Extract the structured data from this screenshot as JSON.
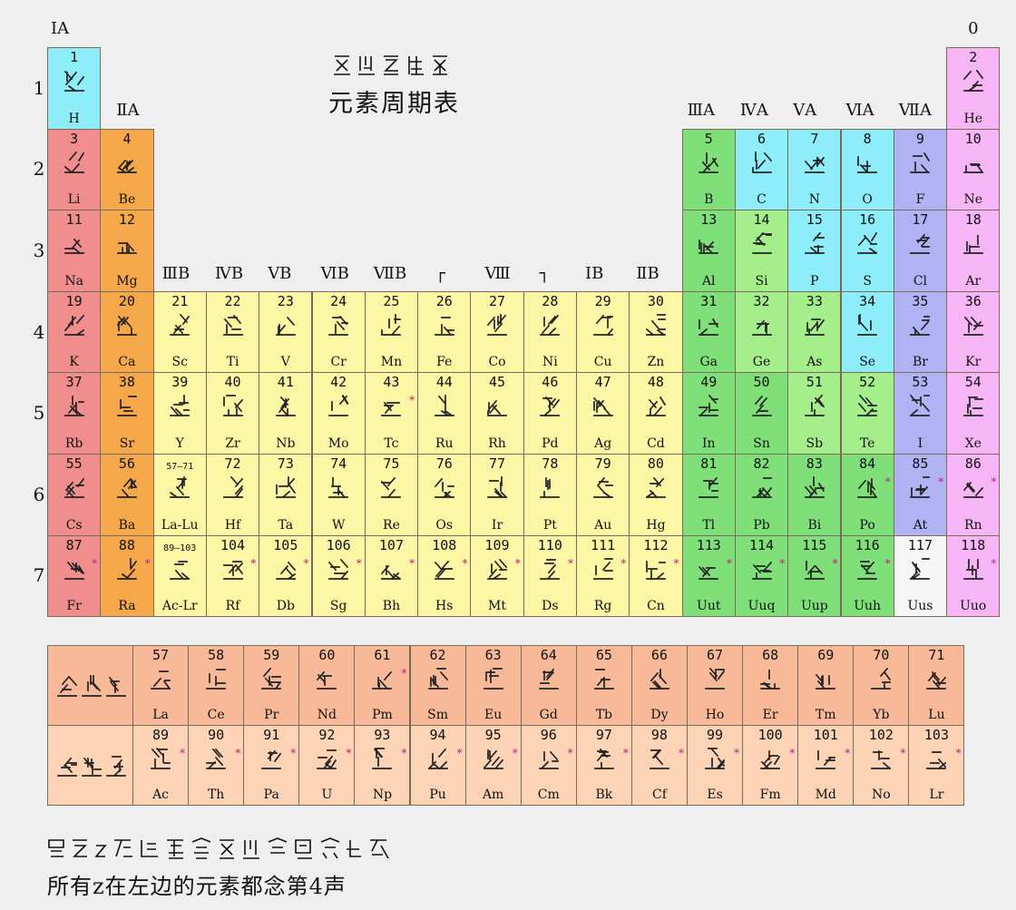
{
  "title": {
    "script": "元素周期表 (Sinoxenic script)",
    "text": "元素周期表"
  },
  "footer": {
    "script": "所有z在左边的元素都念第4声 (Sinoxenic script)",
    "text": "所有z在左边的元素都念第4声"
  },
  "group_labels": {
    "g1": "ⅠA",
    "g2": "ⅡA",
    "g3": "ⅢB",
    "g4": "ⅣB",
    "g5": "ⅤB",
    "g6": "ⅥB",
    "g7": "ⅦB",
    "g8l": "┌",
    "g9": "Ⅷ",
    "g10r": "┐",
    "g11": "ⅠB",
    "g12": "ⅡB",
    "g13": "ⅢA",
    "g14": "ⅣA",
    "g15": "ⅤA",
    "g16": "ⅥA",
    "g17": "ⅦA",
    "g18": "0"
  },
  "periods": [
    "1",
    "2",
    "3",
    "4",
    "5",
    "6",
    "7"
  ],
  "colors": {
    "alkali": "#f08e8e",
    "alkaline": "#f5a84a",
    "transition": "#fdf6a4",
    "lanthanide_act": "#f8b998",
    "post_green": "#7fe07a",
    "metalloid_green": "#a4ee8c",
    "nonmetal_cyan": "#8deefa",
    "halogen": "#b0b2f4",
    "noble": "#f6b6f6",
    "hydrogen": "#8deefa",
    "unknown": "#f6f6f6",
    "lanthanide_row": "#f8b998",
    "actinide_row": "#fcd3b4"
  },
  "elements": [
    {
      "n": "1",
      "s": "H",
      "g": 1,
      "p": 1,
      "c": "hydrogen"
    },
    {
      "n": "2",
      "s": "He",
      "g": 18,
      "p": 1,
      "c": "noble"
    },
    {
      "n": "3",
      "s": "Li",
      "g": 1,
      "p": 2,
      "c": "alkali"
    },
    {
      "n": "4",
      "s": "Be",
      "g": 2,
      "p": 2,
      "c": "alkaline"
    },
    {
      "n": "5",
      "s": "B",
      "g": 13,
      "p": 2,
      "c": "post_green"
    },
    {
      "n": "6",
      "s": "C",
      "g": 14,
      "p": 2,
      "c": "nonmetal_cyan"
    },
    {
      "n": "7",
      "s": "N",
      "g": 15,
      "p": 2,
      "c": "nonmetal_cyan"
    },
    {
      "n": "8",
      "s": "O",
      "g": 16,
      "p": 2,
      "c": "nonmetal_cyan"
    },
    {
      "n": "9",
      "s": "F",
      "g": 17,
      "p": 2,
      "c": "halogen"
    },
    {
      "n": "10",
      "s": "Ne",
      "g": 18,
      "p": 2,
      "c": "noble"
    },
    {
      "n": "11",
      "s": "Na",
      "g": 1,
      "p": 3,
      "c": "alkali"
    },
    {
      "n": "12",
      "s": "Mg",
      "g": 2,
      "p": 3,
      "c": "alkaline"
    },
    {
      "n": "13",
      "s": "Al",
      "g": 13,
      "p": 3,
      "c": "post_green"
    },
    {
      "n": "14",
      "s": "Si",
      "g": 14,
      "p": 3,
      "c": "metalloid_green"
    },
    {
      "n": "15",
      "s": "P",
      "g": 15,
      "p": 3,
      "c": "nonmetal_cyan"
    },
    {
      "n": "16",
      "s": "S",
      "g": 16,
      "p": 3,
      "c": "nonmetal_cyan"
    },
    {
      "n": "17",
      "s": "Cl",
      "g": 17,
      "p": 3,
      "c": "halogen"
    },
    {
      "n": "18",
      "s": "Ar",
      "g": 18,
      "p": 3,
      "c": "noble"
    },
    {
      "n": "19",
      "s": "K",
      "g": 1,
      "p": 4,
      "c": "alkali"
    },
    {
      "n": "20",
      "s": "Ca",
      "g": 2,
      "p": 4,
      "c": "alkaline"
    },
    {
      "n": "21",
      "s": "Sc",
      "g": 3,
      "p": 4,
      "c": "transition"
    },
    {
      "n": "22",
      "s": "Ti",
      "g": 4,
      "p": 4,
      "c": "transition"
    },
    {
      "n": "23",
      "s": "V",
      "g": 5,
      "p": 4,
      "c": "transition"
    },
    {
      "n": "24",
      "s": "Cr",
      "g": 6,
      "p": 4,
      "c": "transition"
    },
    {
      "n": "25",
      "s": "Mn",
      "g": 7,
      "p": 4,
      "c": "transition"
    },
    {
      "n": "26",
      "s": "Fe",
      "g": 8,
      "p": 4,
      "c": "transition"
    },
    {
      "n": "27",
      "s": "Co",
      "g": 9,
      "p": 4,
      "c": "transition"
    },
    {
      "n": "28",
      "s": "Ni",
      "g": 10,
      "p": 4,
      "c": "transition"
    },
    {
      "n": "29",
      "s": "Cu",
      "g": 11,
      "p": 4,
      "c": "transition"
    },
    {
      "n": "30",
      "s": "Zn",
      "g": 12,
      "p": 4,
      "c": "transition"
    },
    {
      "n": "31",
      "s": "Ga",
      "g": 13,
      "p": 4,
      "c": "post_green"
    },
    {
      "n": "32",
      "s": "Ge",
      "g": 14,
      "p": 4,
      "c": "metalloid_green"
    },
    {
      "n": "33",
      "s": "As",
      "g": 15,
      "p": 4,
      "c": "metalloid_green"
    },
    {
      "n": "34",
      "s": "Se",
      "g": 16,
      "p": 4,
      "c": "nonmetal_cyan"
    },
    {
      "n": "35",
      "s": "Br",
      "g": 17,
      "p": 4,
      "c": "halogen"
    },
    {
      "n": "36",
      "s": "Kr",
      "g": 18,
      "p": 4,
      "c": "noble"
    },
    {
      "n": "37",
      "s": "Rb",
      "g": 1,
      "p": 5,
      "c": "alkali"
    },
    {
      "n": "38",
      "s": "Sr",
      "g": 2,
      "p": 5,
      "c": "alkaline"
    },
    {
      "n": "39",
      "s": "Y",
      "g": 3,
      "p": 5,
      "c": "transition"
    },
    {
      "n": "40",
      "s": "Zr",
      "g": 4,
      "p": 5,
      "c": "transition"
    },
    {
      "n": "41",
      "s": "Nb",
      "g": 5,
      "p": 5,
      "c": "transition"
    },
    {
      "n": "42",
      "s": "Mo",
      "g": 6,
      "p": 5,
      "c": "transition"
    },
    {
      "n": "43",
      "s": "Tc",
      "g": 7,
      "p": 5,
      "c": "transition",
      "star": true
    },
    {
      "n": "44",
      "s": "Ru",
      "g": 8,
      "p": 5,
      "c": "transition"
    },
    {
      "n": "45",
      "s": "Rh",
      "g": 9,
      "p": 5,
      "c": "transition"
    },
    {
      "n": "46",
      "s": "Pd",
      "g": 10,
      "p": 5,
      "c": "transition"
    },
    {
      "n": "47",
      "s": "Ag",
      "g": 11,
      "p": 5,
      "c": "transition"
    },
    {
      "n": "48",
      "s": "Cd",
      "g": 12,
      "p": 5,
      "c": "transition"
    },
    {
      "n": "49",
      "s": "In",
      "g": 13,
      "p": 5,
      "c": "post_green"
    },
    {
      "n": "50",
      "s": "Sn",
      "g": 14,
      "p": 5,
      "c": "post_green"
    },
    {
      "n": "51",
      "s": "Sb",
      "g": 15,
      "p": 5,
      "c": "metalloid_green"
    },
    {
      "n": "52",
      "s": "Te",
      "g": 16,
      "p": 5,
      "c": "metalloid_green"
    },
    {
      "n": "53",
      "s": "I",
      "g": 17,
      "p": 5,
      "c": "halogen"
    },
    {
      "n": "54",
      "s": "Xe",
      "g": 18,
      "p": 5,
      "c": "noble"
    },
    {
      "n": "55",
      "s": "Cs",
      "g": 1,
      "p": 6,
      "c": "alkali"
    },
    {
      "n": "56",
      "s": "Ba",
      "g": 2,
      "p": 6,
      "c": "alkaline"
    },
    {
      "n": "57–71",
      "s": "La-Lu",
      "g": 3,
      "p": 6,
      "c": "transition",
      "small": true
    },
    {
      "n": "72",
      "s": "Hf",
      "g": 4,
      "p": 6,
      "c": "transition"
    },
    {
      "n": "73",
      "s": "Ta",
      "g": 5,
      "p": 6,
      "c": "transition"
    },
    {
      "n": "74",
      "s": "W",
      "g": 6,
      "p": 6,
      "c": "transition"
    },
    {
      "n": "75",
      "s": "Re",
      "g": 7,
      "p": 6,
      "c": "transition"
    },
    {
      "n": "76",
      "s": "Os",
      "g": 8,
      "p": 6,
      "c": "transition"
    },
    {
      "n": "77",
      "s": "Ir",
      "g": 9,
      "p": 6,
      "c": "transition"
    },
    {
      "n": "78",
      "s": "Pt",
      "g": 10,
      "p": 6,
      "c": "transition"
    },
    {
      "n": "79",
      "s": "Au",
      "g": 11,
      "p": 6,
      "c": "transition"
    },
    {
      "n": "80",
      "s": "Hg",
      "g": 12,
      "p": 6,
      "c": "transition"
    },
    {
      "n": "81",
      "s": "Tl",
      "g": 13,
      "p": 6,
      "c": "post_green"
    },
    {
      "n": "82",
      "s": "Pb",
      "g": 14,
      "p": 6,
      "c": "post_green"
    },
    {
      "n": "83",
      "s": "Bi",
      "g": 15,
      "p": 6,
      "c": "post_green"
    },
    {
      "n": "84",
      "s": "Po",
      "g": 16,
      "p": 6,
      "c": "post_green",
      "star": true
    },
    {
      "n": "85",
      "s": "At",
      "g": 17,
      "p": 6,
      "c": "halogen",
      "star": true
    },
    {
      "n": "86",
      "s": "Rn",
      "g": 18,
      "p": 6,
      "c": "noble",
      "star": true
    },
    {
      "n": "87",
      "s": "Fr",
      "g": 1,
      "p": 7,
      "c": "alkali",
      "star": true
    },
    {
      "n": "88",
      "s": "Ra",
      "g": 2,
      "p": 7,
      "c": "alkaline",
      "star": true
    },
    {
      "n": "89–103",
      "s": "Ac-Lr",
      "g": 3,
      "p": 7,
      "c": "transition",
      "small": true
    },
    {
      "n": "104",
      "s": "Rf",
      "g": 4,
      "p": 7,
      "c": "transition",
      "star": true
    },
    {
      "n": "105",
      "s": "Db",
      "g": 5,
      "p": 7,
      "c": "transition",
      "star": true
    },
    {
      "n": "106",
      "s": "Sg",
      "g": 6,
      "p": 7,
      "c": "transition",
      "star": true
    },
    {
      "n": "107",
      "s": "Bh",
      "g": 7,
      "p": 7,
      "c": "transition",
      "star": true
    },
    {
      "n": "108",
      "s": "Hs",
      "g": 8,
      "p": 7,
      "c": "transition",
      "star": true
    },
    {
      "n": "109",
      "s": "Mt",
      "g": 9,
      "p": 7,
      "c": "transition",
      "star": true
    },
    {
      "n": "110",
      "s": "Ds",
      "g": 10,
      "p": 7,
      "c": "transition",
      "star": true
    },
    {
      "n": "111",
      "s": "Rg",
      "g": 11,
      "p": 7,
      "c": "transition",
      "star": true
    },
    {
      "n": "112",
      "s": "Cn",
      "g": 12,
      "p": 7,
      "c": "transition",
      "star": true
    },
    {
      "n": "113",
      "s": "Uut",
      "g": 13,
      "p": 7,
      "c": "post_green",
      "star": true
    },
    {
      "n": "114",
      "s": "Uuq",
      "g": 14,
      "p": 7,
      "c": "post_green",
      "star": true
    },
    {
      "n": "115",
      "s": "Uup",
      "g": 15,
      "p": 7,
      "c": "post_green",
      "star": true
    },
    {
      "n": "116",
      "s": "Uuh",
      "g": 16,
      "p": 7,
      "c": "post_green",
      "star": true
    },
    {
      "n": "117",
      "s": "Uus",
      "g": 17,
      "p": 7,
      "c": "unknown"
    },
    {
      "n": "118",
      "s": "Uuo",
      "g": 18,
      "p": 7,
      "c": "noble",
      "star": true
    }
  ],
  "lanthanides": [
    {
      "n": "57",
      "s": "La"
    },
    {
      "n": "58",
      "s": "Ce"
    },
    {
      "n": "59",
      "s": "Pr"
    },
    {
      "n": "60",
      "s": "Nd"
    },
    {
      "n": "61",
      "s": "Pm",
      "star": true
    },
    {
      "n": "62",
      "s": "Sm"
    },
    {
      "n": "63",
      "s": "Eu"
    },
    {
      "n": "64",
      "s": "Gd"
    },
    {
      "n": "65",
      "s": "Tb"
    },
    {
      "n": "66",
      "s": "Dy"
    },
    {
      "n": "67",
      "s": "Ho"
    },
    {
      "n": "68",
      "s": "Er"
    },
    {
      "n": "69",
      "s": "Tm"
    },
    {
      "n": "70",
      "s": "Yb"
    },
    {
      "n": "71",
      "s": "Lu"
    }
  ],
  "actinides": [
    {
      "n": "89",
      "s": "Ac",
      "star": true
    },
    {
      "n": "90",
      "s": "Th",
      "star": true
    },
    {
      "n": "91",
      "s": "Pa",
      "star": true
    },
    {
      "n": "92",
      "s": "U",
      "star": true
    },
    {
      "n": "93",
      "s": "Np",
      "star": true
    },
    {
      "n": "94",
      "s": "Pu",
      "star": true
    },
    {
      "n": "95",
      "s": "Am",
      "star": true
    },
    {
      "n": "96",
      "s": "Cm",
      "star": true
    },
    {
      "n": "97",
      "s": "Bk",
      "star": true
    },
    {
      "n": "98",
      "s": "Cf",
      "star": true
    },
    {
      "n": "99",
      "s": "Es",
      "star": true
    },
    {
      "n": "100",
      "s": "Fm",
      "star": true
    },
    {
      "n": "101",
      "s": "Md",
      "star": true
    },
    {
      "n": "102",
      "s": "No",
      "star": true
    },
    {
      "n": "103",
      "s": "Lr",
      "star": true
    }
  ]
}
